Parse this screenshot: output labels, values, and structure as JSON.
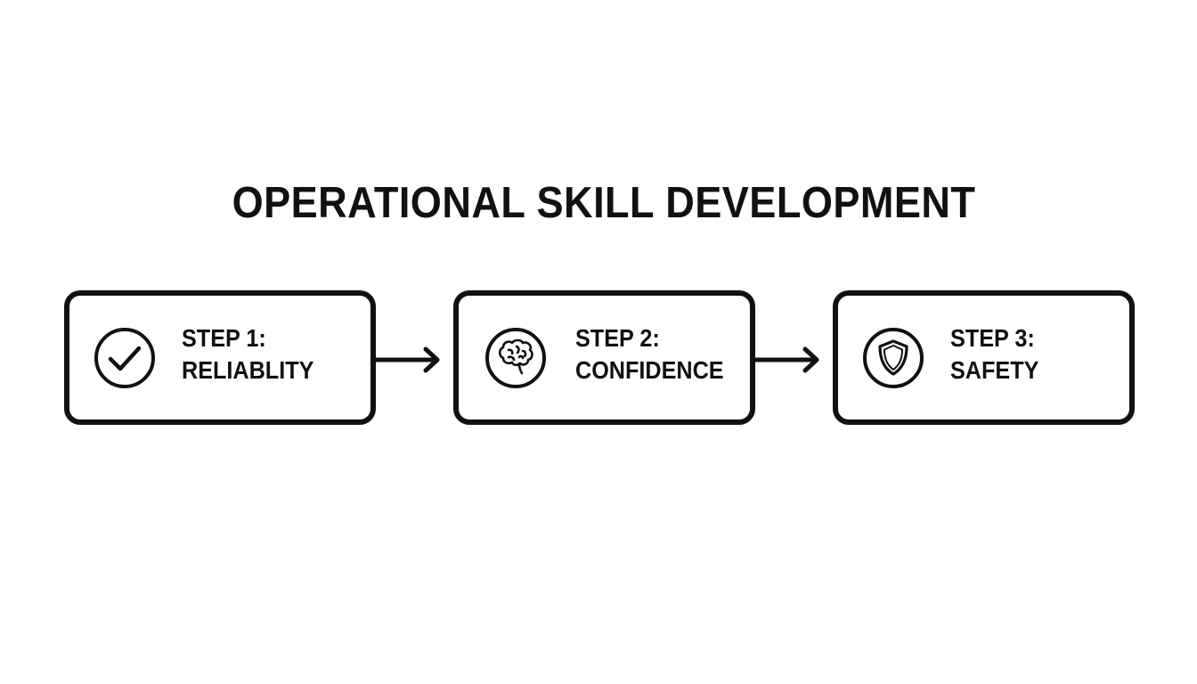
{
  "title": "OPERATIONAL SKILL DEVELOPMENT",
  "steps": [
    {
      "label": "STEP 1:",
      "name": "RELIABLITY",
      "icon": "checkmark-circle-icon"
    },
    {
      "label": "STEP 2:",
      "name": "CONFIDENCE",
      "icon": "brain-icon"
    },
    {
      "label": "STEP 3:",
      "name": "SAFETY",
      "icon": "shield-icon"
    }
  ],
  "colors": {
    "background": "#ffffff",
    "stroke": "#111111"
  }
}
